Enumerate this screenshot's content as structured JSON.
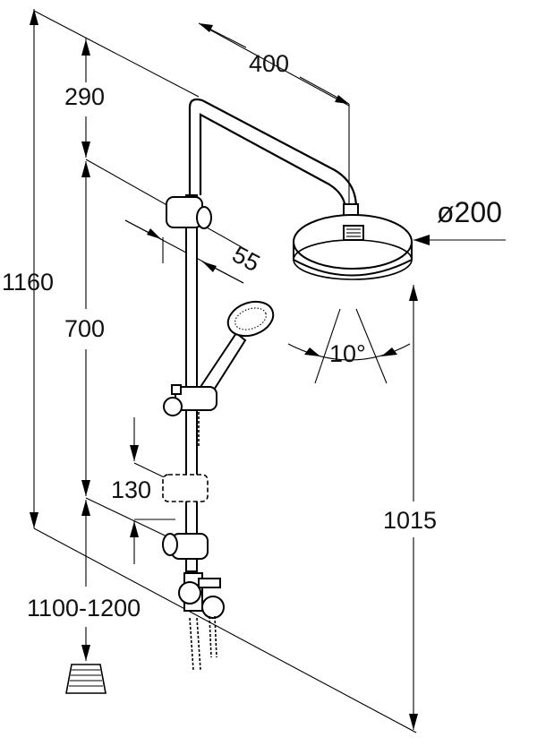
{
  "dimensions": {
    "total_height": "1160",
    "top_offset": "290",
    "rail_length": "700",
    "arm_length": "400",
    "head_diameter": "ø200",
    "wall_gap": "55",
    "head_tilt": "10°",
    "holder_travel": "130",
    "head_clearance": "1015",
    "mount_height": "1100-1200"
  }
}
